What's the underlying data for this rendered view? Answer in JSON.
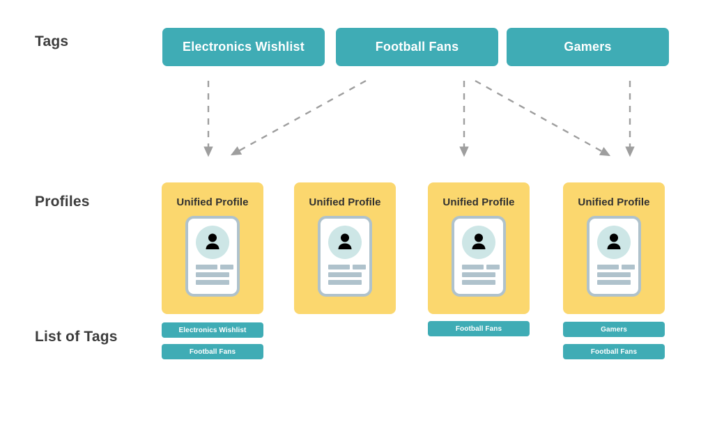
{
  "colors": {
    "teal": "#3FACB5",
    "yellow": "#FBD76E",
    "arrow_gray": "#9E9E9E",
    "card_border": "#AFC2CC",
    "avatar_circle": "#CDE6E6",
    "label_text": "#3c3c3c",
    "background": "#FFFFFF"
  },
  "rows": {
    "tags_label": "Tags",
    "profiles_label": "Profiles",
    "list_of_tags_label": "List of Tags"
  },
  "tags": [
    {
      "label": "Electronics Wishlist"
    },
    {
      "label": "Football Fans"
    },
    {
      "label": "Gamers"
    }
  ],
  "profiles": [
    {
      "title": "Unified Profile",
      "icon": "id-card-icon",
      "tags": [
        "Electronics Wishlist",
        "Football Fans"
      ]
    },
    {
      "title": "Unified Profile",
      "icon": "id-card-icon",
      "tags": []
    },
    {
      "title": "Unified Profile",
      "icon": "id-card-icon",
      "tags": [
        "Football Fans"
      ]
    },
    {
      "title": "Unified Profile",
      "icon": "id-card-icon",
      "tags": [
        "Gamers",
        "Football Fans"
      ]
    }
  ],
  "connections": [
    {
      "from": "Electronics Wishlist",
      "to": "Profile 1",
      "style": "dashed-vertical"
    },
    {
      "from": "Football Fans",
      "to": "Profile 1",
      "style": "dashed-diagonal"
    },
    {
      "from": "Football Fans",
      "to": "Profile 3",
      "style": "dashed-vertical"
    },
    {
      "from": "Football Fans",
      "to": "Profile 4",
      "style": "dashed-diagonal"
    },
    {
      "from": "Gamers",
      "to": "Profile 4",
      "style": "dashed-vertical"
    }
  ]
}
